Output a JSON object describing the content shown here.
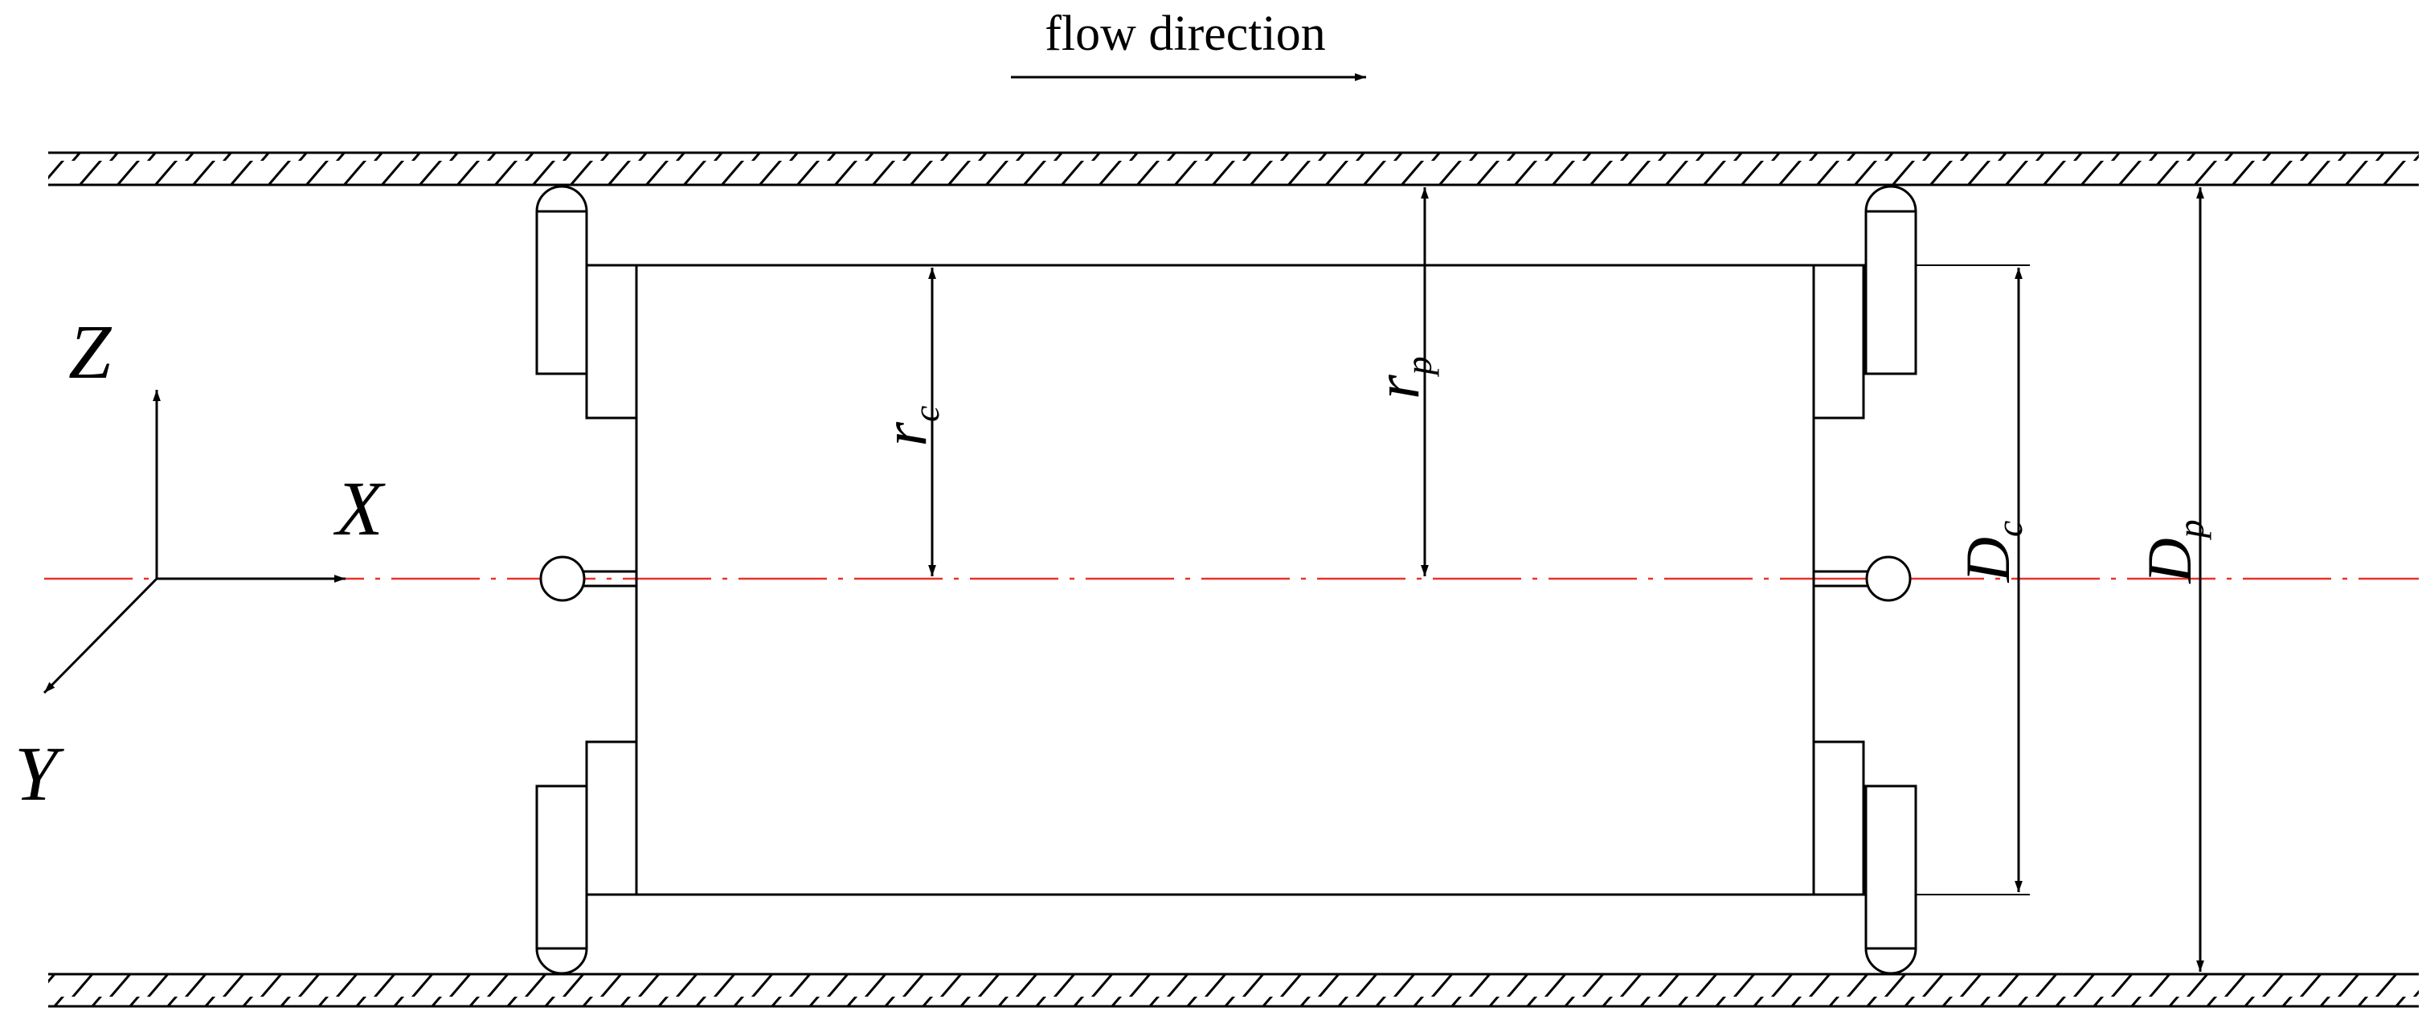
{
  "flow_label": "flow direction",
  "axes": {
    "x": "X",
    "y": "Y",
    "z": "Z"
  },
  "dimensions": {
    "r_c": {
      "base": "r",
      "sub": "c"
    },
    "r_p": {
      "base": "r",
      "sub": "p"
    },
    "D_c": {
      "base": "D",
      "sub": "c"
    },
    "D_p": {
      "base": "D",
      "sub": "p"
    }
  },
  "colors": {
    "line": "#000000",
    "centerline": "#e8322c",
    "background": "#ffffff"
  }
}
